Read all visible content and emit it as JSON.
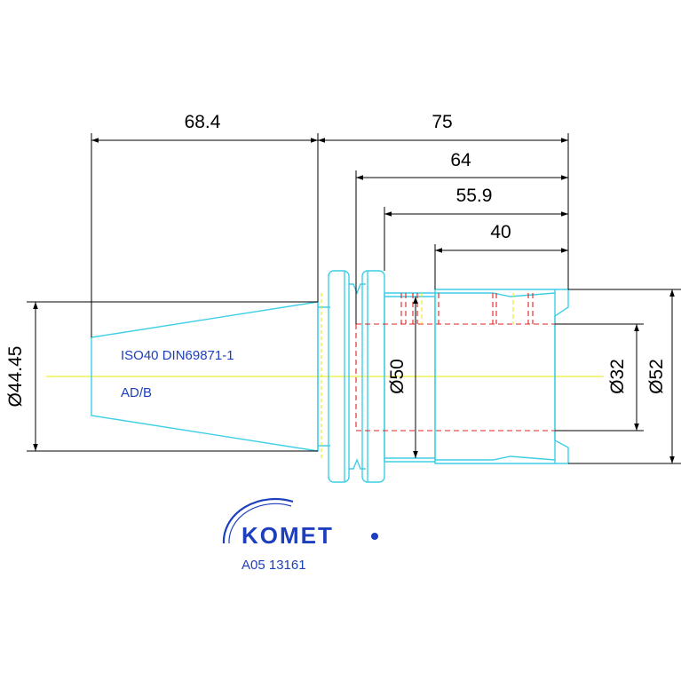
{
  "colors": {
    "outline": "#3ecfe6",
    "dimension": "#000000",
    "centerline": "#e8e800",
    "hidden": "#e02020",
    "text_blue": "#1d3fbd"
  },
  "dimensions": {
    "horizontal": [
      {
        "id": "taper-length",
        "label": "68.4"
      },
      {
        "id": "overall-length",
        "label": "75"
      },
      {
        "id": "length-64",
        "label": "64"
      },
      {
        "id": "length-55-9",
        "label": "55.9"
      },
      {
        "id": "length-40",
        "label": "40"
      }
    ],
    "vertical": [
      {
        "id": "taper-diameter",
        "label": "Ø44.45"
      },
      {
        "id": "body-diameter",
        "label": "Ø50"
      },
      {
        "id": "bore-diameter",
        "label": "Ø32"
      },
      {
        "id": "head-diameter",
        "label": "Ø52"
      }
    ]
  },
  "part": {
    "standard": "ISO40 DIN69871-1",
    "version": "AD/B"
  },
  "logo": {
    "brand": "KOMET",
    "icon": "komet-arc-logo"
  },
  "catalog_number": "A05 13161"
}
